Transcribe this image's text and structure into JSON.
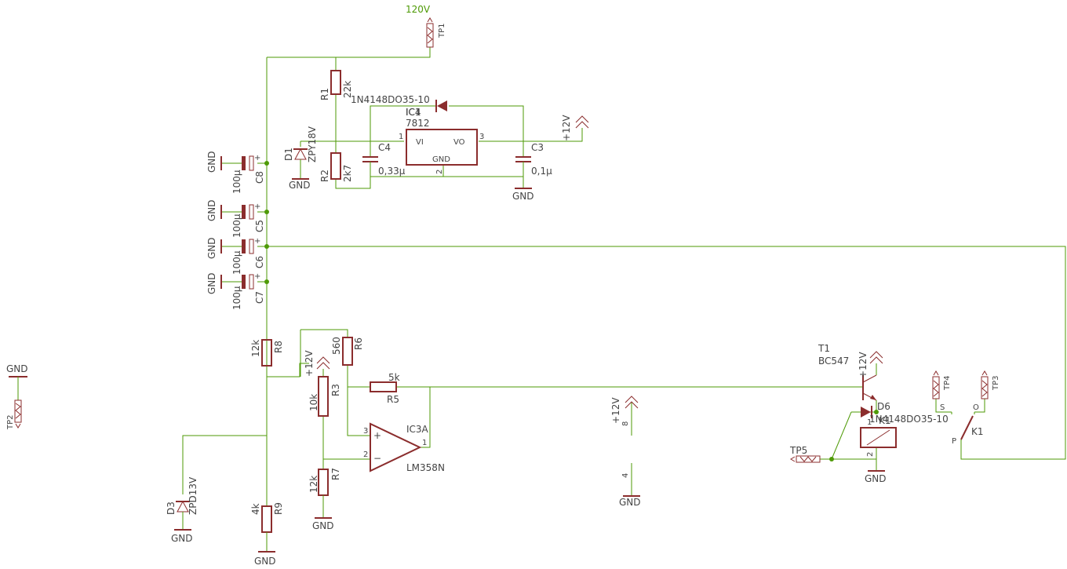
{
  "supply": {
    "label": "120V"
  },
  "tp": [
    "TP1",
    "TP2",
    "TP3",
    "TP4",
    "TP5"
  ],
  "gnd": "GND",
  "plus12": "+12V",
  "r1": {
    "name": "R1",
    "value": "22k"
  },
  "r2": {
    "name": "R2",
    "value": "2k7"
  },
  "r3": {
    "name": "R3",
    "value": "10k"
  },
  "r5": {
    "name": "R5",
    "value": "5k"
  },
  "r6": {
    "name": "R6",
    "value": "560"
  },
  "r7": {
    "name": "R7",
    "value": "12k"
  },
  "r8": {
    "name": "R8",
    "value": "12k"
  },
  "r9": {
    "name": "R9",
    "value": "4k"
  },
  "c3": {
    "name": "C3",
    "value": "0,1µ"
  },
  "c4": {
    "name": "C4",
    "value": "0,33µ"
  },
  "caps": [
    {
      "name": "C8",
      "value": "100µ"
    },
    {
      "name": "C5",
      "value": "100µ"
    },
    {
      "name": "C6",
      "value": "100µ"
    },
    {
      "name": "C7",
      "value": "100µ"
    }
  ],
  "d1": {
    "name": "D1",
    "value": "ZPY18V"
  },
  "d3": {
    "name": "D3",
    "value": "ZPD13V"
  },
  "d4": {
    "name": "IC4",
    "value": "1N4148DO35-10"
  },
  "d6": {
    "name": "D6",
    "value": "1N4148DO35-10"
  },
  "reg": {
    "name": "IC1",
    "value": "7812",
    "vi": "VI",
    "vo": "VO",
    "gnd": "GND",
    "p1": "1",
    "p2": "2",
    "p3": "3"
  },
  "opamp": {
    "name": "IC3A",
    "value": "LM358N",
    "p1": "1",
    "p2": "2",
    "p3": "3",
    "plus": "+",
    "minus": "−"
  },
  "power": {
    "p8": "8",
    "p4": "4"
  },
  "t1": {
    "name": "T1",
    "value": "BC547"
  },
  "k1": {
    "coil": "K1",
    "sw": "K1",
    "p1": "1",
    "p2": "2",
    "s": "S",
    "o": "O",
    "p": "P"
  }
}
